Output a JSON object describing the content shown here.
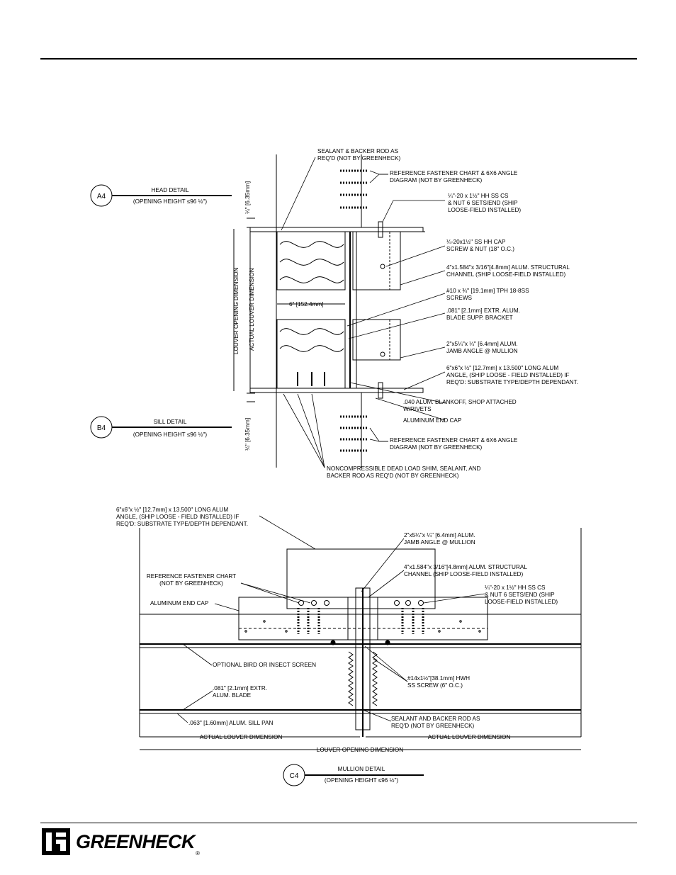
{
  "head_detail": {
    "tag": "A4",
    "title": "HEAD DETAIL",
    "subtitle": "(OPENING HEIGHT ≤96 ½\")",
    "callouts": {
      "sealant_backer": [
        "SEALANT & BACKER ROD AS",
        "REQ'D (NOT BY GREENHECK)"
      ],
      "ref_fastener": [
        "REFERENCE FASTENER CHART & 6X6 ANGLE",
        "DIAGRAM (NOT BY GREENHECK)"
      ],
      "hh_cs": [
        "¼\"-20 x 1½\" HH SS CS",
        "& NUT 6 SETS/END (SHIP",
        "LOOSE-FIELD INSTALLED)"
      ],
      "cap_screw": [
        "¼-20x1½\" SS HH CAP",
        "SCREW & NUT (18\" O.C.)"
      ],
      "channel": [
        "4\"x1.584\"x 3/16\"[4.8mm] ALUM. STRUCTURAL",
        "CHANNEL (SHIP LOOSE-FIELD INSTALLED)"
      ],
      "screws": [
        "#10 x ¾\" [19.1mm] TPH 18-8SS",
        "SCREWS"
      ],
      "bracket": [
        ".081\" [2.1mm] EXTR. ALUM.",
        "BLADE SUPP. BRACKET"
      ],
      "jamb": [
        "2\"x5¼\"x ¼\" [6.4mm] ALUM.",
        "JAMB ANGLE @ MULLION"
      ],
      "long_angle": [
        "6\"x6\"x ½\" [12.7mm] x 13.500\" LONG ALUM",
        "ANGLE, (SHIP LOOSE - FIELD INSTALLED) IF",
        "REQ'D: SUBSTRATE TYPE/DEPTH DEPENDANT."
      ],
      "blankoff": [
        ".040 ALUM. BLANKOFF, SHOP ATTACHED",
        "W/RIVETS"
      ],
      "end_cap": [
        "ALUMINUM END CAP"
      ],
      "ref_fastener_2": [
        "REFERENCE FASTENER CHART & 6X6 ANGLE",
        "DIAGRAM (NOT BY GREENHECK)"
      ],
      "shim": [
        "NONCOMPRESSIBLE DEAD LOAD SHIM, SEALANT, AND",
        "BACKER ROD AS REQ'D (NOT BY GREENHECK)"
      ]
    },
    "dims": {
      "top_gap": "¼\" [6.35mm]",
      "louver_opening": "LOUVER OPENING DIMENSION",
      "actual_louver": "ACTUAL LOUVER DIMENSION",
      "six_inch": "6\" [152.4mm]",
      "bottom_gap": "¼\" [6.35mm]"
    }
  },
  "sill_detail": {
    "tag": "B4",
    "title": "SILL DETAIL",
    "subtitle": "(OPENING HEIGHT ≤96 ½\")"
  },
  "mullion_detail": {
    "tag": "C4",
    "title": "MULLION DETAIL",
    "subtitle": "(OPENING HEIGHT ≤96 ½\")",
    "callouts": {
      "long_angle": [
        "6\"x6\"x ½\" [12.7mm] x 13.500\" LONG ALUM",
        "ANGLE, (SHIP LOOSE - FIELD INSTALLED) IF",
        "REQ'D: SUBSTRATE TYPE/DEPTH DEPENDANT."
      ],
      "jamb": [
        "2\"x5¼\"x ¼\" [6.4mm] ALUM.",
        "JAMB ANGLE @ MULLION"
      ],
      "channel": [
        "4\"x1.584\"x 3/16\"[4.8mm] ALUM. STRUCTURAL",
        "CHANNEL (SHIP LOOSE-FIELD INSTALLED)"
      ],
      "ref_fastener": [
        "REFERENCE FASTENER CHART",
        "(NOT BY GREENHECK)"
      ],
      "hh_cs": [
        "¼\"-20 x 1½\" HH SS CS",
        "& NUT 6 SETS/END (SHIP",
        "LOOSE-FIELD INSTALLED)"
      ],
      "end_cap": [
        "ALUMINUM END CAP"
      ],
      "screen": [
        "OPTIONAL BIRD OR INSECT SCREEN"
      ],
      "hwh": [
        "#14x1½\"[38.1mm] HWH",
        "SS SCREW (6\" O.C.)"
      ],
      "blade": [
        ".081\" [2.1mm] EXTR.",
        "ALUM. BLADE"
      ],
      "sealant": [
        "SEALANT AND BACKER ROD AS",
        "REQ'D (NOT BY GREENHECK)"
      ],
      "sill_pan": [
        ".063\" [1.60mm] ALUM. SILL PAN"
      ]
    },
    "dims": {
      "actual_left": "ACTUAL LOUVER DIMENSION",
      "actual_right": "ACTUAL LOUVER DIMENSION",
      "opening": "LOUVER OPENING DIMENSION"
    }
  },
  "footer": {
    "brand": "GREENHECK",
    "registered": "®"
  }
}
